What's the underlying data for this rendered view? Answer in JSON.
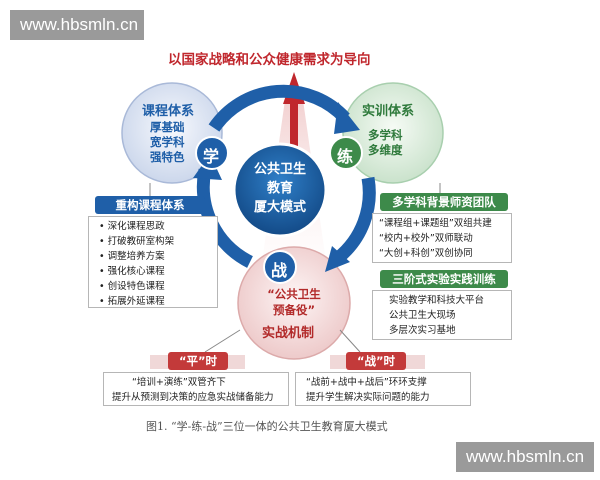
{
  "watermark_top": "www.hbsmln.cn",
  "watermark_bottom": "www.hbsmln.cn",
  "headline": "以国家战略和公众健康需求为导向",
  "center": {
    "lines": [
      "公共卫生",
      "教育",
      "厦大模式"
    ]
  },
  "learn": {
    "char": "学",
    "title": "课程体系",
    "lines": [
      "厚基础",
      "宽学科",
      "强特色"
    ],
    "box_title": "重构课程体系",
    "items": [
      "深化课程思政",
      "打破教研室构架",
      "调整培养方案",
      "强化核心课程",
      "创设特色课程",
      "拓展外延课程"
    ]
  },
  "train": {
    "char": "练",
    "title": "实训体系",
    "lines": [
      "多学科",
      "多维度"
    ],
    "box1_title": "多学科背景师资团队",
    "box1_items": [
      "“课程组+课题组”双组共建",
      "“校内+校外”双师联动",
      "“大创+科创”双创协同"
    ],
    "box2_title": "三阶式实验实践训练",
    "box2_items": [
      "实验教学和科技大平台",
      "公共卫生大现场",
      "多层次实习基地"
    ]
  },
  "fight": {
    "char": "战",
    "lines": [
      "“公共卫生",
      "预备役”"
    ],
    "title": "实战机制"
  },
  "peace": {
    "title": "“平”时",
    "items": [
      "“培训+演练”双管齐下",
      "提升从预测到决策的应急实战储备能力"
    ]
  },
  "war": {
    "title": "“战”时",
    "items": [
      "“战前+战中+战后”环环支撑",
      "提升学生解决实际问题的能力"
    ]
  },
  "caption": "图1. “学-练-战”三位一体的公共卫生教育厦大模式",
  "colors": {
    "red": "#c0272d",
    "blue": "#1f5fa8",
    "green": "#3d8a4a",
    "box_red": "#c33a3a"
  }
}
